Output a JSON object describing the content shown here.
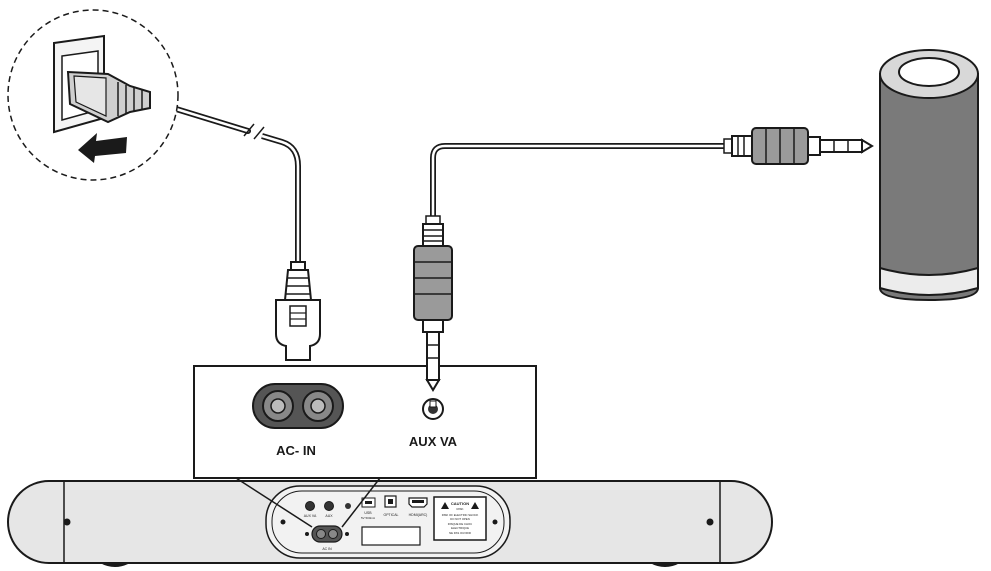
{
  "labels": {
    "ac_in": "AC- IN",
    "aux_va": "AUX VA"
  },
  "panel_labels": {
    "aux_va": "AUX VA",
    "aux": "AUX",
    "usb": "USB",
    "usb_sub": "5V 500mA",
    "optical": "OPTICAL",
    "hdmi": "HDMI(ARC)",
    "ac_in": "AC IN",
    "caution_title": "CAUTION",
    "caution_sub": "RISK",
    "caution_lines": [
      "RISK OF ELECTRIC SHOCK",
      "DO NOT OPEN",
      "RISQUE DE CHOC",
      "ELECTRIQUE",
      "NE PAS OUVRIR"
    ]
  },
  "colors": {
    "line": "#1a1a1a",
    "bar_fill": "#e6e6e6",
    "speaker_body": "#7a7a7a",
    "cable_body": "#9a9a9a"
  },
  "icons": [
    "wall-socket-icon",
    "plug-icon",
    "arrow-icon",
    "speaker-icon",
    "jack-plug-icon",
    "iec-connector-icon"
  ]
}
